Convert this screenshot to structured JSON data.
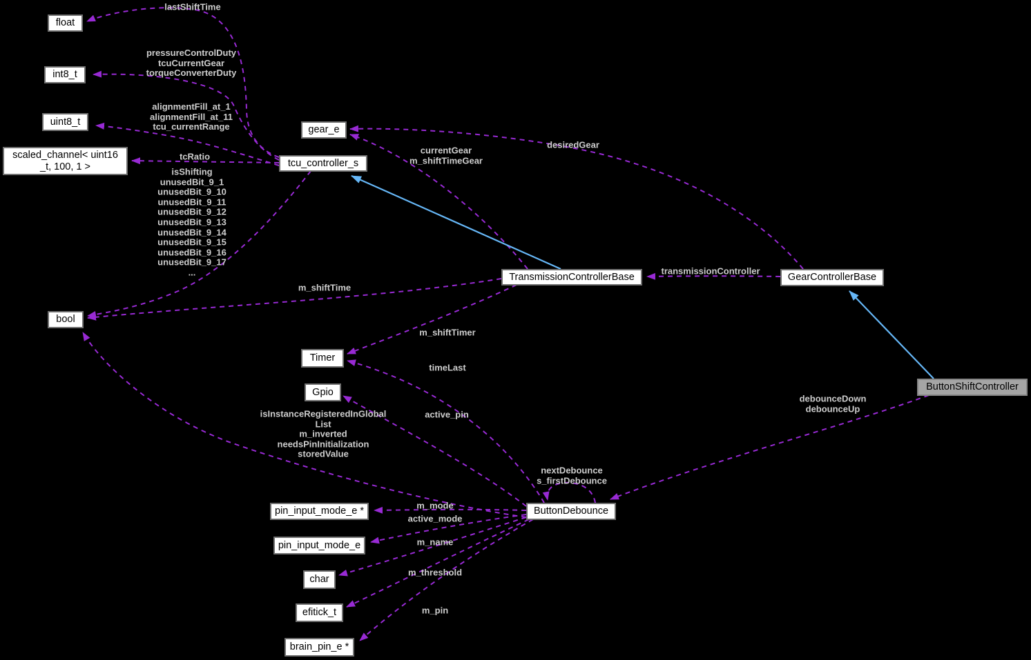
{
  "diagram": {
    "type": "doxygen-collaboration-graph",
    "background": "#000000",
    "colors": {
      "usage_edge": "#982ad4",
      "inheritance_edge": "#66b7f7",
      "edge_label_text": "#cdcdcd",
      "node_background": "#ffffff",
      "node_border": "#707070",
      "node_text": "#000000",
      "highlighted_node_background": "#a5a5a5"
    },
    "nodes": [
      {
        "id": "float",
        "label": "float",
        "highlighted": false
      },
      {
        "id": "int8_t",
        "label": "int8_t",
        "highlighted": false
      },
      {
        "id": "uint8_t",
        "label": "uint8_t",
        "highlighted": false
      },
      {
        "id": "scaled_channel",
        "label": "scaled_channel< uint16\n_t, 100, 1 >",
        "highlighted": false
      },
      {
        "id": "bool",
        "label": "bool",
        "highlighted": false
      },
      {
        "id": "tcu_controller_s",
        "label": "tcu_controller_s",
        "highlighted": false
      },
      {
        "id": "gear_e",
        "label": "gear_e",
        "highlighted": false
      },
      {
        "id": "Timer",
        "label": "Timer",
        "highlighted": false
      },
      {
        "id": "Gpio",
        "label": "Gpio",
        "highlighted": false
      },
      {
        "id": "TransmissionControllerBase",
        "label": "TransmissionControllerBase",
        "highlighted": false
      },
      {
        "id": "GearControllerBase",
        "label": "GearControllerBase",
        "highlighted": false
      },
      {
        "id": "ButtonShiftController",
        "label": "ButtonShiftController",
        "highlighted": true
      },
      {
        "id": "ButtonDebounce",
        "label": "ButtonDebounce",
        "highlighted": false
      },
      {
        "id": "pin_input_mode_e_ptr",
        "label": "pin_input_mode_e *",
        "highlighted": false
      },
      {
        "id": "pin_input_mode_e",
        "label": "pin_input_mode_e",
        "highlighted": false
      },
      {
        "id": "char",
        "label": "char",
        "highlighted": false
      },
      {
        "id": "efitick_t",
        "label": "efitick_t",
        "highlighted": false
      },
      {
        "id": "brain_pin_e_ptr",
        "label": "brain_pin_e *",
        "highlighted": false
      }
    ],
    "edges": [
      {
        "from": "tcu_controller_s",
        "to": "float",
        "kind": "usage",
        "label": "lastShiftTime"
      },
      {
        "from": "tcu_controller_s",
        "to": "int8_t",
        "kind": "usage",
        "label": "pressureControlDuty\ntcuCurrentGear\ntorqueConverterDuty"
      },
      {
        "from": "tcu_controller_s",
        "to": "uint8_t",
        "kind": "usage",
        "label": "alignmentFill_at_1\nalignmentFill_at_11\ntcu_currentRange"
      },
      {
        "from": "tcu_controller_s",
        "to": "scaled_channel",
        "kind": "usage",
        "label": "tcRatio"
      },
      {
        "from": "tcu_controller_s",
        "to": "bool",
        "kind": "usage",
        "label": "isShifting\nunusedBit_9_1\nunusedBit_9_10\nunusedBit_9_11\nunusedBit_9_12\nunusedBit_9_13\nunusedBit_9_14\nunusedBit_9_15\nunusedBit_9_16\nunusedBit_9_17\n..."
      },
      {
        "from": "TransmissionControllerBase",
        "to": "gear_e",
        "kind": "usage",
        "label": "currentGear\nm_shiftTimeGear"
      },
      {
        "from": "GearControllerBase",
        "to": "gear_e",
        "kind": "usage",
        "label": "desiredGear"
      },
      {
        "from": "TransmissionControllerBase",
        "to": "bool",
        "kind": "usage",
        "label": "m_shiftTime"
      },
      {
        "from": "GearControllerBase",
        "to": "TransmissionControllerBase",
        "kind": "usage",
        "label": "transmissionController"
      },
      {
        "from": "TransmissionControllerBase",
        "to": "Timer",
        "kind": "usage",
        "label": "m_shiftTimer"
      },
      {
        "from": "ButtonDebounce",
        "to": "Timer",
        "kind": "usage",
        "label": "timeLast"
      },
      {
        "from": "ButtonDebounce",
        "to": "Gpio",
        "kind": "usage",
        "label": "active_pin"
      },
      {
        "from": "ButtonDebounce",
        "to": "bool",
        "kind": "usage",
        "label": "isInstanceRegisteredInGlobal\nList\nm_inverted\nneedsPinInitialization\nstoredValue"
      },
      {
        "from": "ButtonDebounce",
        "to": "ButtonDebounce",
        "kind": "usage",
        "label": "nextDebounce\ns_firstDebounce"
      },
      {
        "from": "ButtonShiftController",
        "to": "ButtonDebounce",
        "kind": "usage",
        "label": "debounceDown\ndebounceUp"
      },
      {
        "from": "ButtonDebounce",
        "to": "pin_input_mode_e_ptr",
        "kind": "usage",
        "label": "m_mode"
      },
      {
        "from": "ButtonDebounce",
        "to": "pin_input_mode_e",
        "kind": "usage",
        "label": "active_mode"
      },
      {
        "from": "ButtonDebounce",
        "to": "char",
        "kind": "usage",
        "label": "m_name"
      },
      {
        "from": "ButtonDebounce",
        "to": "efitick_t",
        "kind": "usage",
        "label": "m_threshold"
      },
      {
        "from": "ButtonDebounce",
        "to": "brain_pin_e_ptr",
        "kind": "usage",
        "label": "m_pin"
      },
      {
        "from": "TransmissionControllerBase",
        "to": "tcu_controller_s",
        "kind": "inheritance",
        "label": ""
      },
      {
        "from": "ButtonShiftController",
        "to": "GearControllerBase",
        "kind": "inheritance",
        "label": ""
      }
    ]
  }
}
